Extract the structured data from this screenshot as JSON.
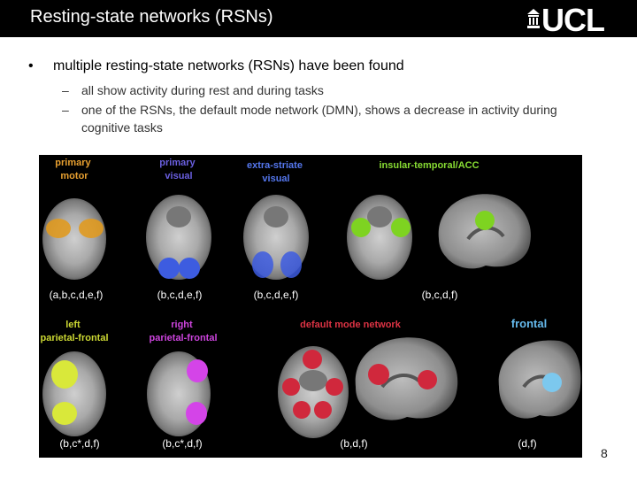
{
  "slide": {
    "title": "Resting-state networks (RSNs)",
    "logo_text": "UCL",
    "bullet_marker": "•",
    "bullet": "multiple resting-state networks (RSNs) have been found",
    "sub_marker": "–",
    "sub_bullets": [
      "all show activity during rest and during tasks",
      "one of the RSNs, the default mode network (DMN), shows a decrease in activity during cognitive tasks"
    ],
    "page_number": "8"
  },
  "figure": {
    "row1_labels": [
      {
        "lines": [
          "primary",
          "motor"
        ],
        "color": "#e8a030"
      },
      {
        "lines": [
          "primary",
          "visual"
        ],
        "color": "#6a5fe0"
      },
      {
        "lines": [
          "extra-striate",
          "visual"
        ],
        "color": "#5577ee"
      },
      {
        "lines": [
          "insular-temporal/ACC"
        ],
        "color": "#88dd33"
      }
    ],
    "row1_letters": [
      "(a,b,c,d,e,f)",
      "(b,c,d,e,f)",
      "(b,c,d,e,f)",
      "(b,c,d,f)"
    ],
    "row2_labels": [
      {
        "lines": [
          "left",
          "parietal-frontal"
        ],
        "color": "#ccd833"
      },
      {
        "lines": [
          "right",
          "parietal-frontal"
        ],
        "color": "#cc44dd"
      },
      {
        "lines": [
          "default mode network"
        ],
        "color": "#dd3344"
      },
      {
        "lines": [
          "frontal"
        ],
        "color": "#66bbee"
      }
    ],
    "row2_letters": [
      "(b,c*,d,f)",
      "(b,c*,d,f)",
      "(b,d,f)",
      "(d,f)"
    ],
    "blob_colors": {
      "motor": "#e09a20",
      "visual": "#3d5ce0",
      "insular": "#7ed321",
      "left_pf": "#d9e83a",
      "right_pf": "#d444e8",
      "dmn": "#d0283c",
      "frontal": "#7cc8ee"
    }
  }
}
